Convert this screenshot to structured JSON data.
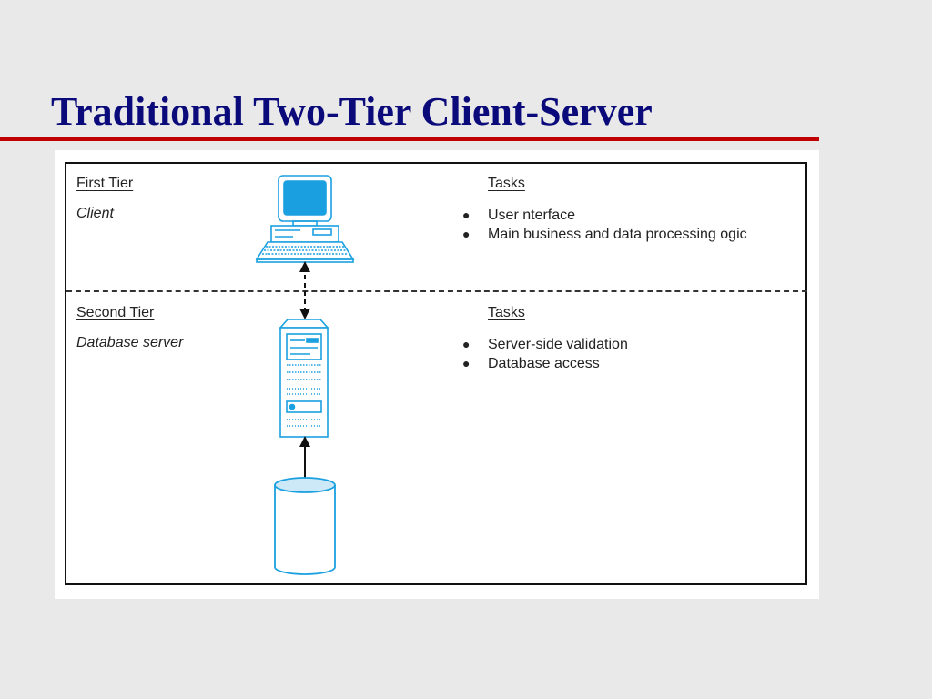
{
  "slide": {
    "title": "Traditional Two-Tier Client-Server"
  },
  "tiers": [
    {
      "heading": "First Tier",
      "role": "Client",
      "tasks_heading": "Tasks",
      "tasks": [
        "User  nterface",
        "Main business and data processing  ogic"
      ]
    },
    {
      "heading": "Second Tier",
      "role": "Database server",
      "tasks_heading": "Tasks",
      "tasks": [
        "Server-side validation",
        "Database access"
      ]
    }
  ],
  "icons": {
    "client": "computer-icon",
    "server": "server-tower-icon",
    "database": "database-cylinder-icon"
  },
  "colors": {
    "title": "#0a0a7a",
    "rule": "#c00000",
    "illustration": "#1aa0e0"
  }
}
